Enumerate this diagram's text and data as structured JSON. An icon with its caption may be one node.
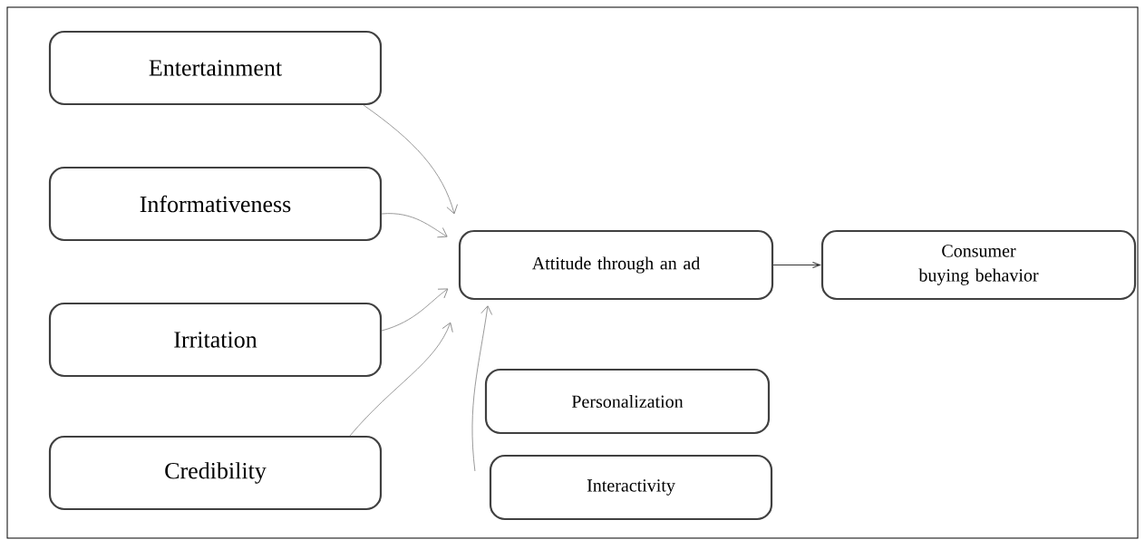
{
  "diagram": {
    "nodes": [
      {
        "text": [
          "Entertainment"
        ]
      },
      {
        "text": [
          "Informativeness"
        ]
      },
      {
        "text": [
          "Irritation"
        ]
      },
      {
        "text": [
          "Credibility"
        ]
      },
      {
        "text": [
          "Attitude through an ad"
        ]
      },
      {
        "text": [
          "Consumer buying behavior"
        ]
      },
      {
        "text": [
          "Personalization"
        ]
      },
      {
        "text": [
          "Interactivity"
        ]
      }
    ],
    "edges": [
      {
        "from": 0,
        "to": 4,
        "arrow": "to"
      },
      {
        "from": 1,
        "to": 4,
        "arrow": "to"
      },
      {
        "from": 2,
        "to": 4,
        "arrow": "to"
      },
      {
        "from": 3,
        "to": 4,
        "arrow": "to"
      },
      {
        "from": 7,
        "to": 4,
        "arrow": "to"
      },
      {
        "from": 4,
        "to": 5,
        "arrow": "to"
      }
    ]
  }
}
